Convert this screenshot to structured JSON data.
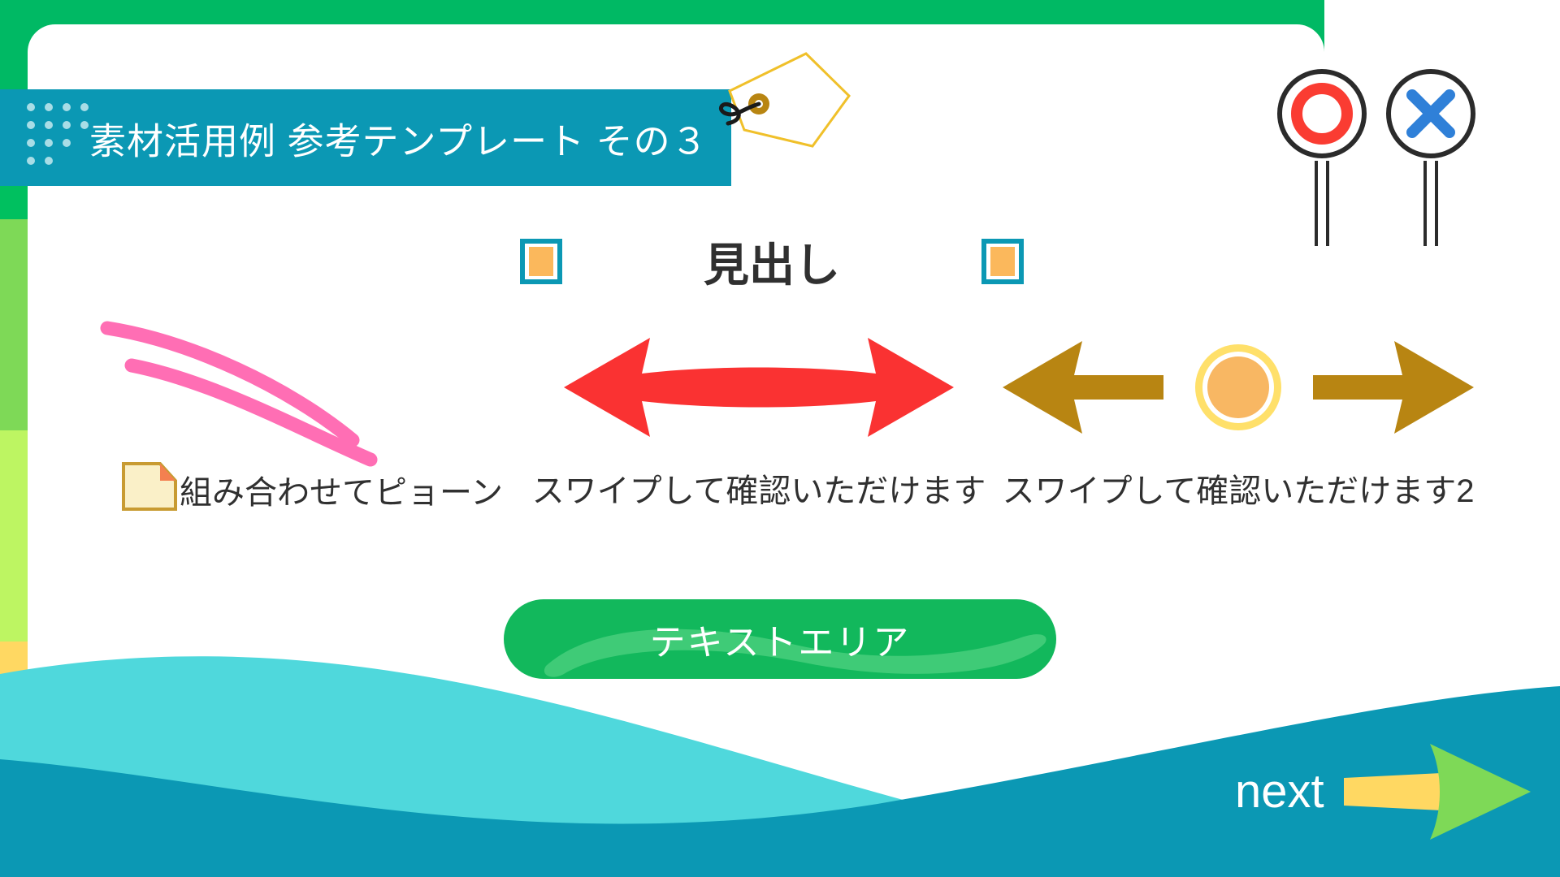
{
  "slide": {
    "title": "素材活用例 参考テンプレート その３",
    "heading": "見出し"
  },
  "columns": [
    {
      "id": "col-1",
      "art": "pink-curved-lines",
      "icon": "note-icon",
      "caption": "組み合わせてピョーン"
    },
    {
      "id": "col-2",
      "art": "red-double-arrow",
      "caption": "スワイプして確認いただけます"
    },
    {
      "id": "col-3",
      "art": "gold-double-arrow-with-circle",
      "caption": "スワイプして確認いただけます2"
    }
  ],
  "button": {
    "label": "テキストエリア"
  },
  "next": {
    "label": "next"
  },
  "signs": [
    {
      "name": "maru-sign",
      "symbol": "circle",
      "color": "#fa3c32"
    },
    {
      "name": "batsu-sign",
      "symbol": "cross",
      "color": "#2f80d8"
    }
  ],
  "colors": {
    "green_frame": "#00b964",
    "title_bar": "#0b98b4",
    "heading_text": "#303030",
    "marker_border": "#0b98b4",
    "marker_fill": "#fbb85c",
    "pink_stroke": "#ff6eb4",
    "red_arrow": "#fa3232",
    "gold_arrow": "#b88512",
    "gold_circle": "#f8b763",
    "gold_ring": "#ffe06a",
    "button_green": "#12b85c",
    "wave_light": "#4fd8dc",
    "wave_dark": "#0b98b4",
    "next_arrow_shaft": "#ffd862",
    "next_arrow_head": "#7ed957",
    "tag_outline": "#f0c02a",
    "tag_eyelet": "#b88512",
    "note_fill": "#faf0c8",
    "note_border": "#c89b32",
    "note_corner": "#f48050",
    "edge_bands": [
      "#00b964",
      "#00c05f",
      "#7ed957",
      "#bdf562",
      "#ffd862"
    ]
  }
}
